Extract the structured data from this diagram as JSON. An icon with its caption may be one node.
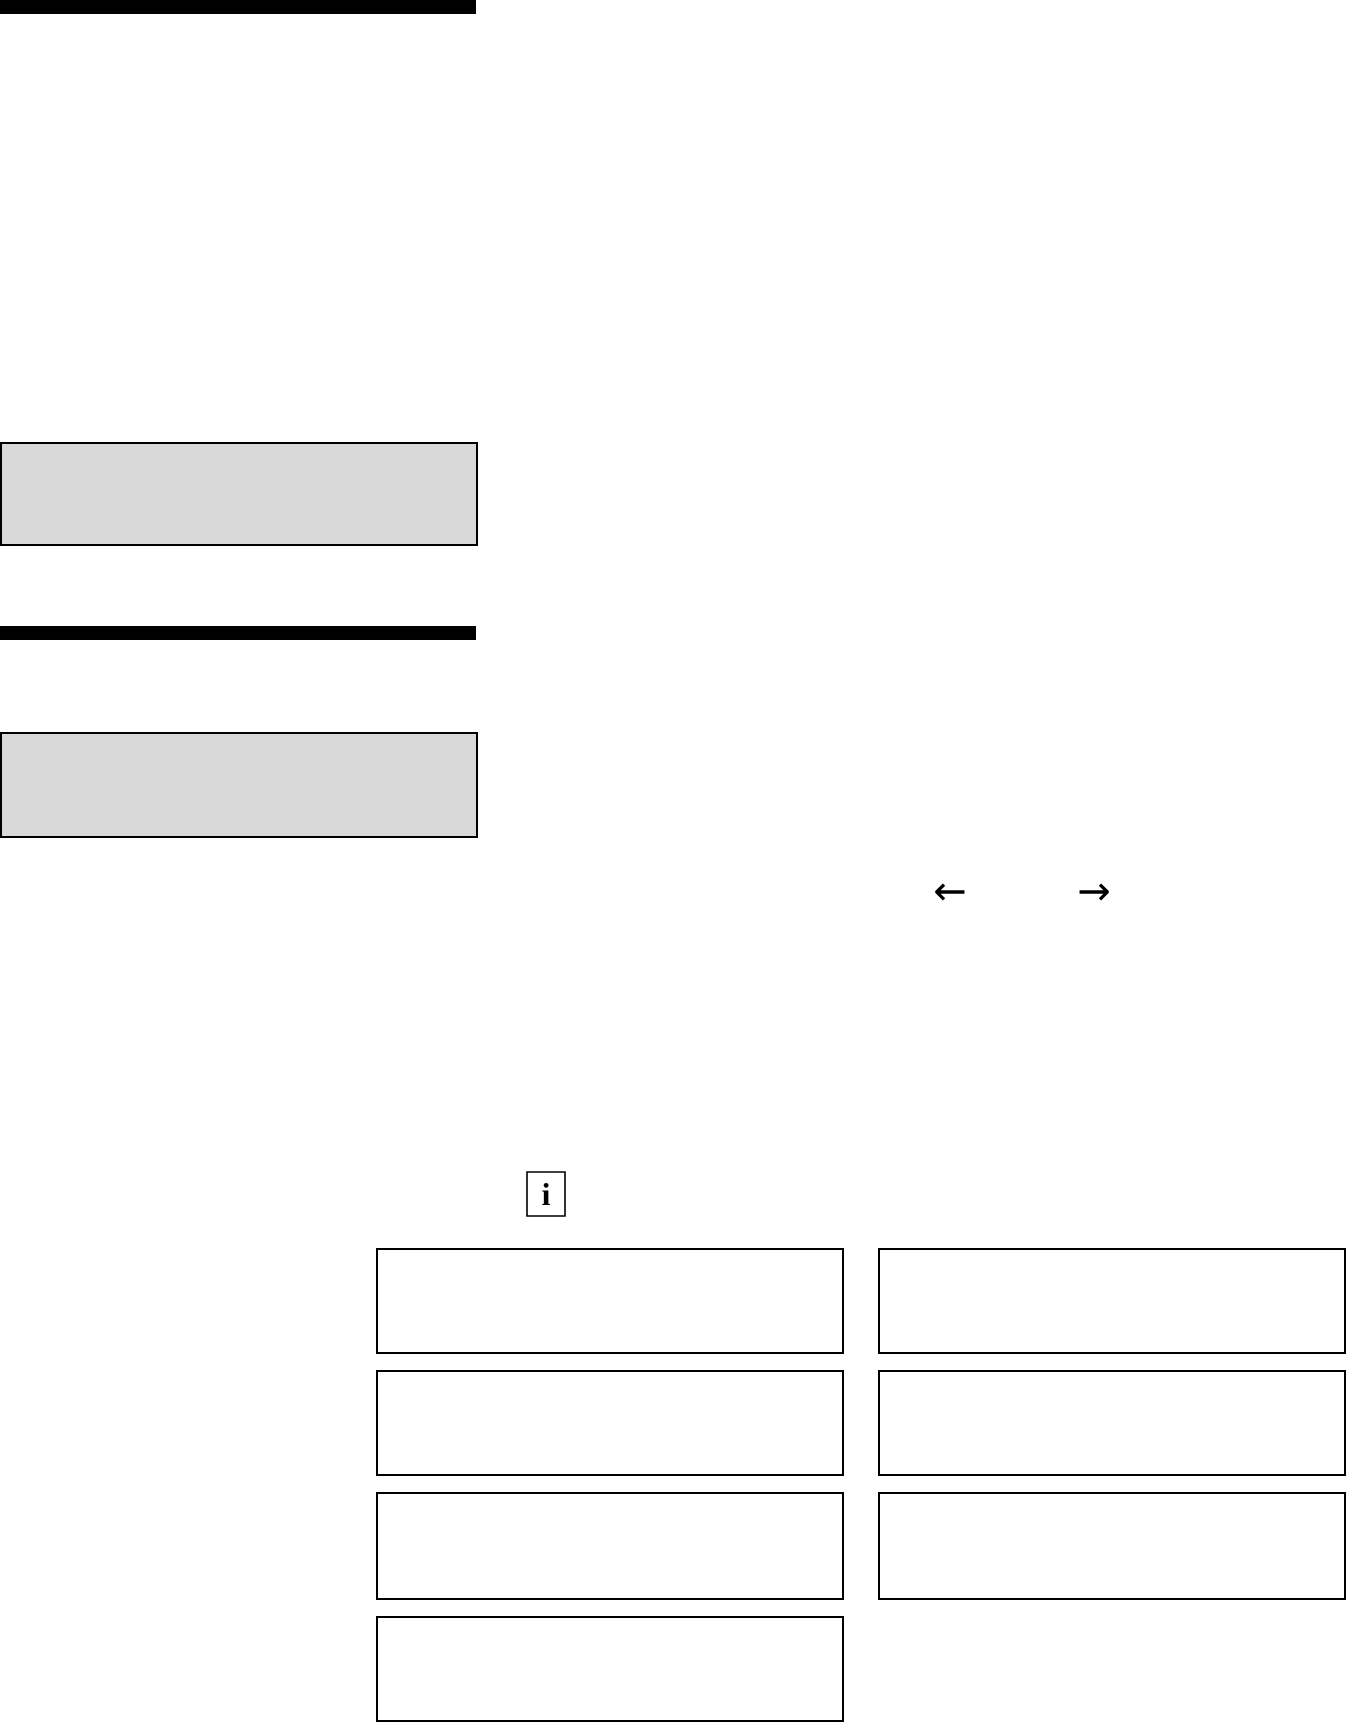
{
  "diagram": {
    "nodes": [
      {
        "text": [],
        "shape": "box"
      },
      {
        "text": [],
        "shape": "box"
      },
      {
        "text": [],
        "shape": "box"
      },
      {
        "text": [],
        "shape": "box"
      },
      {
        "text": [],
        "shape": "box"
      },
      {
        "text": [],
        "shape": "box"
      },
      {
        "text": [],
        "shape": "box"
      },
      {
        "text": [],
        "shape": "box"
      },
      {
        "text": [],
        "shape": "box"
      }
    ],
    "labels": [
      "←",
      "→",
      "i"
    ]
  }
}
